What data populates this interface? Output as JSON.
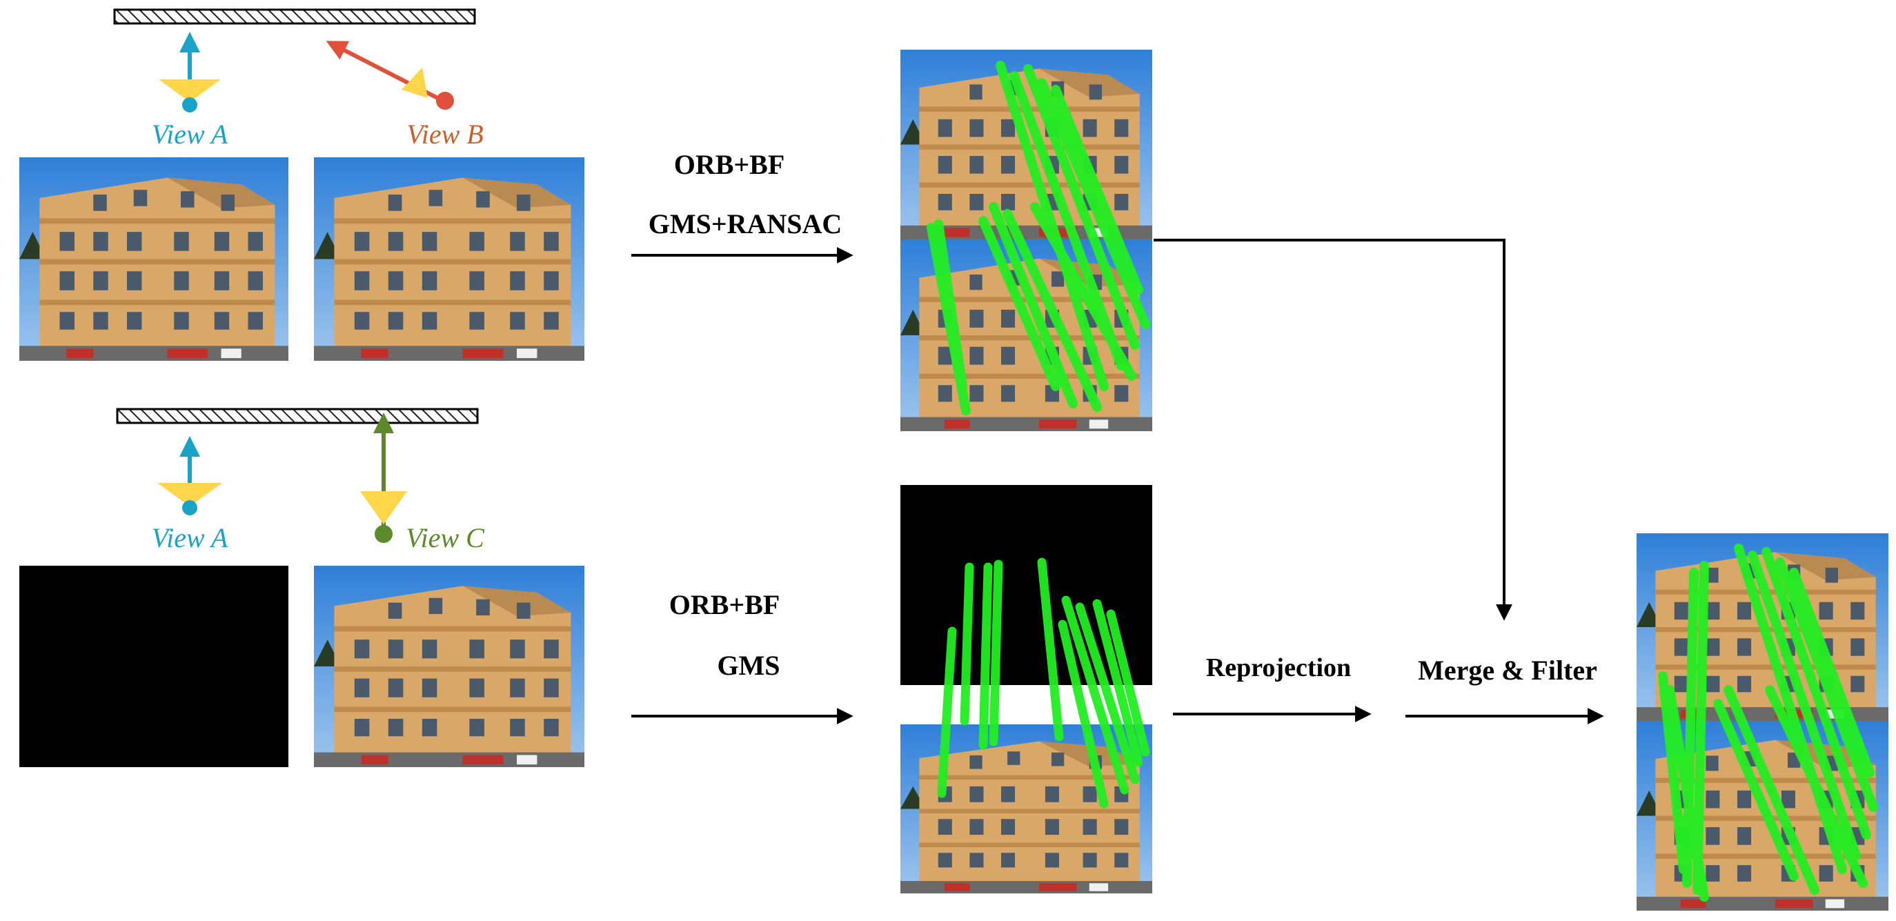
{
  "views": {
    "view_a_top": "View A",
    "view_b": "View B",
    "view_a_bottom": "View A",
    "view_c": "View C"
  },
  "steps": {
    "top_line1": "ORB+BF",
    "top_line2": "GMS+RANSAC",
    "bottom_line1": "ORB+BF",
    "bottom_line2": "GMS",
    "reprojection": "Reprojection",
    "merge_filter": "Merge & Filter"
  },
  "colors": {
    "view_a": "#1aa3c8",
    "view_b": "#e0503a",
    "view_b_text": "#c8602a",
    "view_c": "#5c8a2a",
    "camera_yellow": "#ffd54a",
    "match_green": "#22ee22",
    "arrow_black": "#000000"
  },
  "icons": {
    "camera": "camera-icon",
    "surface": "hatched-surface-icon",
    "photo": "building-photo"
  }
}
